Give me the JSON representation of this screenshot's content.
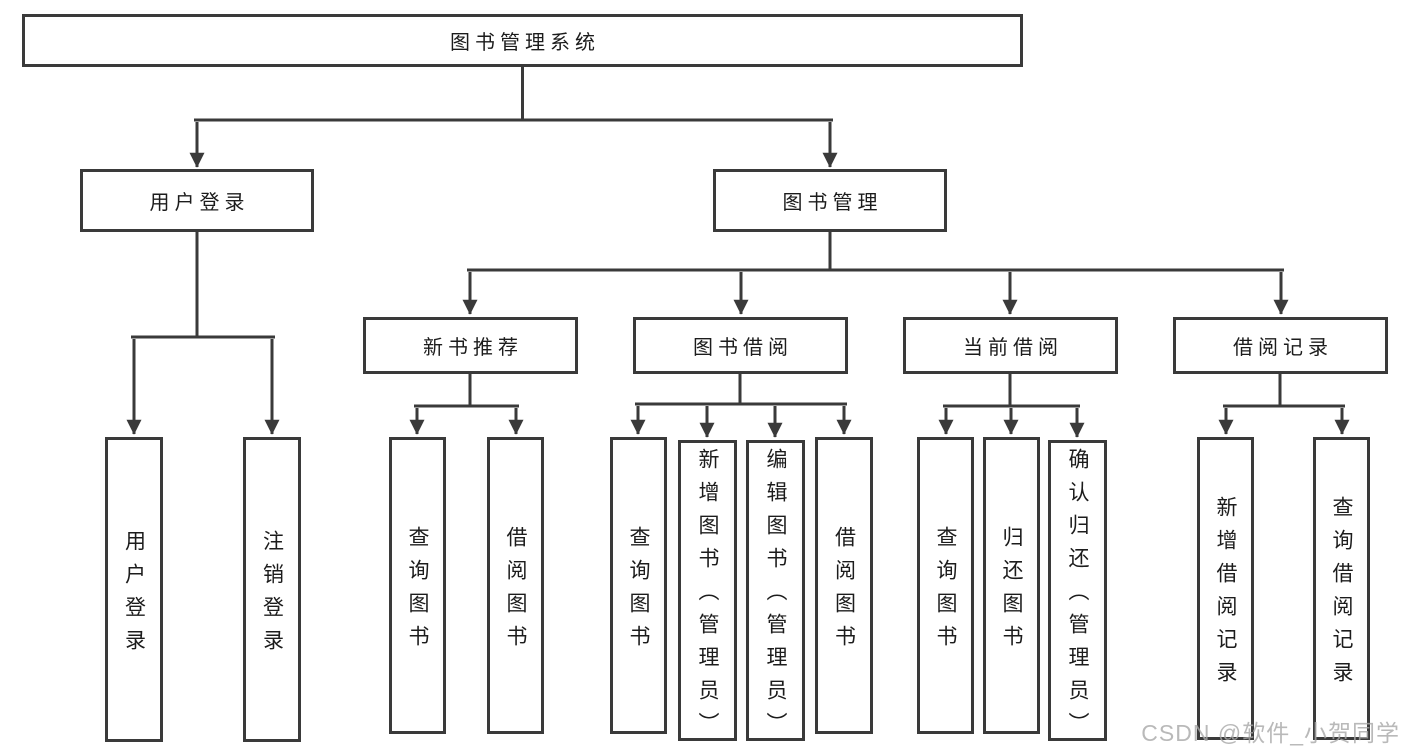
{
  "tree": {
    "label": "图书管理系统",
    "children": [
      {
        "label": "用户登录",
        "children": [
          {
            "label": "用户登录"
          },
          {
            "label": "注销登录"
          }
        ]
      },
      {
        "label": "图书管理",
        "children": [
          {
            "label": "新书推荐",
            "children": [
              {
                "label": "查询图书"
              },
              {
                "label": "借阅图书"
              }
            ]
          },
          {
            "label": "图书借阅",
            "children": [
              {
                "label": "查询图书"
              },
              {
                "label": "新增图书（管理员）"
              },
              {
                "label": "编辑图书（管理员）"
              },
              {
                "label": "借阅图书"
              }
            ]
          },
          {
            "label": "当前借阅",
            "children": [
              {
                "label": "查询图书"
              },
              {
                "label": "归还图书"
              },
              {
                "label": "确认归还（管理员）"
              }
            ]
          },
          {
            "label": "借阅记录",
            "children": [
              {
                "label": "新增借阅记录"
              },
              {
                "label": "查询借阅记录"
              }
            ]
          }
        ]
      }
    ]
  },
  "watermark": {
    "text": "CSDN @软件_小贺同学"
  },
  "colors": {
    "line": "#3a3a3a",
    "border": "#3a3a3a",
    "text": "#1c1c1c",
    "watermark": "#a8a8a8",
    "background": "#ffffff"
  }
}
